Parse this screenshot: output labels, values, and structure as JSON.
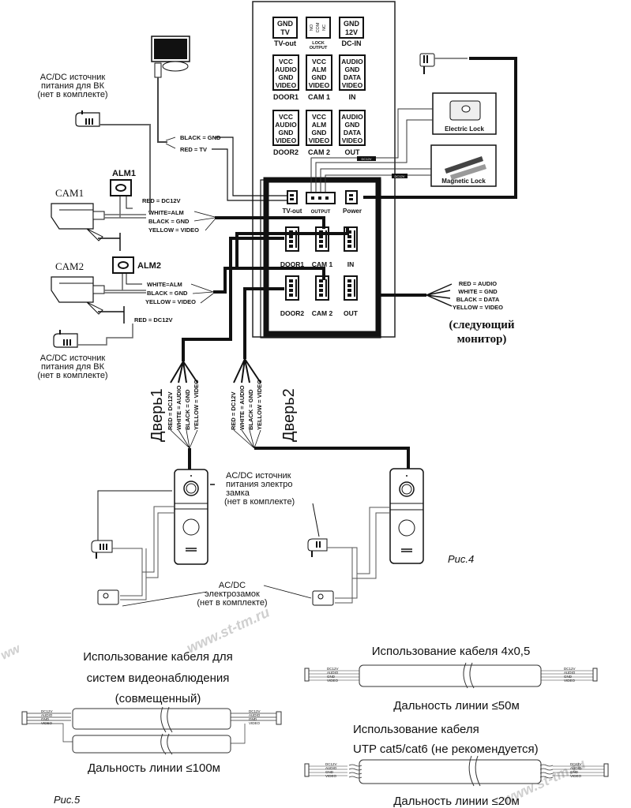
{
  "panel": {
    "top_terminals": [
      {
        "pins": [
          "GND",
          "TV"
        ],
        "label": "TV-out"
      },
      {
        "pins": [
          "NO",
          "COM",
          "NC"
        ],
        "label": "LOCK OUTPUT",
        "label_lines": [
          "LOCK",
          "OUTPUT"
        ]
      },
      {
        "pins": [
          "GND",
          "12V"
        ],
        "label": "DC-IN"
      }
    ],
    "row1_terminals": [
      {
        "pins": [
          "VCC",
          "AUDIO",
          "GND",
          "VIDEO"
        ],
        "label": "DOOR1"
      },
      {
        "pins": [
          "VCC",
          "ALM",
          "GND",
          "VIDEO"
        ],
        "label": "CAM 1"
      },
      {
        "pins": [
          "AUDIO",
          "GND",
          "DATA",
          "VIDEO"
        ],
        "label": "IN"
      }
    ],
    "row2_terminals": [
      {
        "pins": [
          "VCC",
          "AUDIO",
          "GND",
          "VIDEO"
        ],
        "label": "DOOR2"
      },
      {
        "pins": [
          "VCC",
          "ALM",
          "GND",
          "VIDEO"
        ],
        "label": "CAM 2"
      },
      {
        "pins": [
          "AUDIO",
          "GND",
          "DATA",
          "VIDEO"
        ],
        "label": "OUT"
      }
    ],
    "dc12v_tag": "DC12V"
  },
  "connectors": {
    "tv_out": "TV-out",
    "output": "OUTPUT",
    "power": "Power",
    "door1": "DOOR1",
    "cam1": "CAM 1",
    "in": "IN",
    "door2": "DOOR2",
    "cam2": "CAM 2",
    "out": "OUT"
  },
  "tv_wires": {
    "black": "BLACK = GND",
    "red": "RED = TV"
  },
  "power_supply_cam_top": [
    "AC/DC источник",
    "питания для ВК",
    "(нет в комплекте)"
  ],
  "power_supply_cam_bottom": [
    "AC/DC источник",
    "питания для ВК",
    "(нет в комплекте)"
  ],
  "cam1": {
    "name": "CAM1",
    "alarm": "ALM1",
    "wires": [
      "RED = DC12V",
      "WHITE=ALM",
      "BLACK = GND",
      "YELLOW = VIDEO"
    ]
  },
  "cam2": {
    "name": "CAM2",
    "alarm": "ALM2",
    "wires": [
      "WHITE=ALM",
      "BLACK = GND",
      "YELLOW = VIDEO",
      "RED = DC12V"
    ]
  },
  "locks": {
    "electric": "Electric Lock",
    "magnetic": "Magnetic Lock"
  },
  "next_monitor": {
    "wires": [
      "RED = AUDIO",
      "WHITE = GND",
      "BLACK = DATA",
      "YELLOW = VIDEO"
    ],
    "caption": [
      "(следующий",
      "монитор)"
    ]
  },
  "door1": {
    "label": "Дверь1",
    "wires": [
      "RED = DC12V",
      "WHITE = AUDIO",
      "BLACK = GND",
      "YELLOW = VIDEO"
    ]
  },
  "door2": {
    "label": "Дверь2",
    "wires": [
      "RED = DC12V",
      "WHITE = AUDIO",
      "BLACK = GND",
      "YELLOW = VIDEO"
    ]
  },
  "lock_power_note": [
    "AC/DC источник",
    "питания электро",
    "замка",
    "(нет в комплекте)"
  ],
  "lock_note": [
    "AC/DC",
    "электрозамок",
    "(нет в комплекте)"
  ],
  "fig4": "Рис.4",
  "fig5": "Рис.5",
  "cable_coax": {
    "title": [
      "Использование кабеля для",
      "систем видеонаблюдения",
      "(совмещенный)"
    ],
    "range": "Дальность линии ≤100м",
    "pins": [
      "DC12V",
      "AUDIO",
      "GND",
      "VIDEO"
    ]
  },
  "cable_4x05": {
    "title": "Использование кабеля 4x0,5",
    "range": "Дальность линии ≤50м",
    "pins": [
      "DC12V",
      "AUDIO",
      "GND",
      "VIDEO"
    ]
  },
  "cable_utp": {
    "title": [
      "Использование кабеля",
      "UTP cat5/cat6 (не рекомендуется)"
    ],
    "range": "Дальность линии ≤20м",
    "pins": [
      "DC12V",
      "AUDIO",
      "GND",
      "VIDEO"
    ]
  },
  "watermark": "www.st-tm.ru"
}
